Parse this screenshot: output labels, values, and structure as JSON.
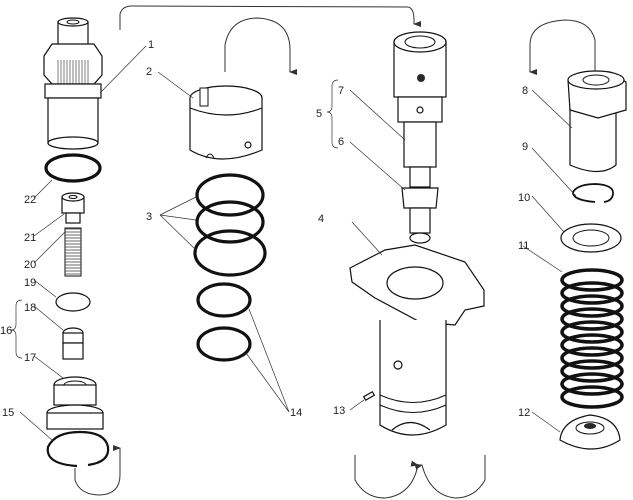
{
  "diagram": {
    "type": "exploded-view",
    "labels": {
      "p1": "1",
      "p2": "2",
      "p3": "3",
      "p4": "4",
      "p5": "5",
      "p6": "6",
      "p7": "7",
      "p8": "8",
      "p9": "9",
      "p10": "10",
      "p11": "11",
      "p12": "12",
      "p13": "13",
      "p14": "14",
      "p15": "15",
      "p16": "16",
      "p17": "17",
      "p18": "18",
      "p19": "19",
      "p20": "20",
      "p21": "21",
      "p22": "22"
    },
    "colors": {
      "ink": "#111111",
      "background": "#ffffff"
    }
  }
}
